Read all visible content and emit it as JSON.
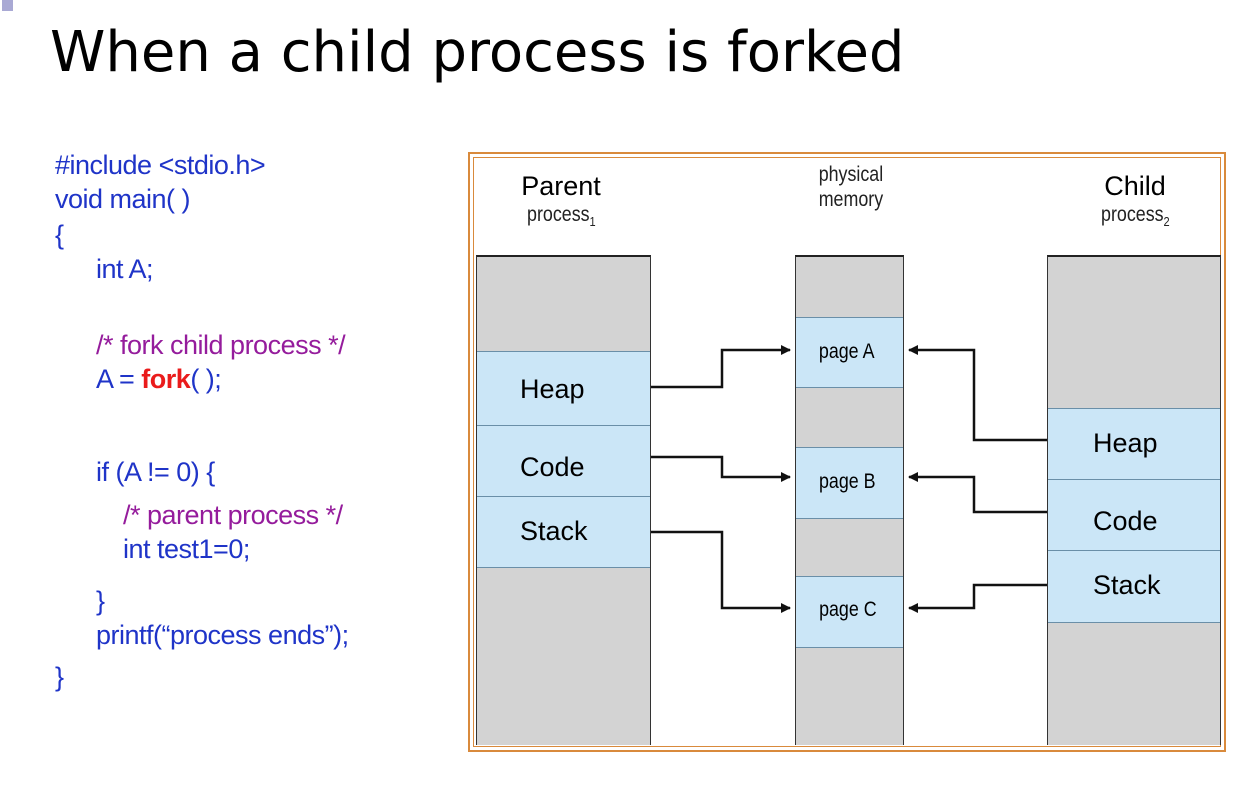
{
  "slide": {
    "title": "When a child process is forked"
  },
  "code": {
    "lines": [
      "#include <stdio.h>",
      "void main( )",
      "{",
      "int A;",
      "/* fork child process */",
      "A = ",
      "fork",
      "( );",
      "if (A != 0) {",
      "/* parent process */",
      "int test1=0;",
      "}",
      "printf(“process ends”);",
      "}"
    ]
  },
  "diagram": {
    "parent": {
      "title": "Parent",
      "sub": "process",
      "subscript": "1",
      "segments": [
        "Heap",
        "Code",
        "Stack"
      ]
    },
    "memory": {
      "title_line1": "physical",
      "title_line2": "memory",
      "pages": [
        "page A",
        "page B",
        "page C"
      ]
    },
    "child": {
      "title": "Child",
      "sub": "process",
      "subscript": "2",
      "segments": [
        "Heap",
        "Code",
        "Stack"
      ]
    },
    "colors": {
      "segment": "#cbe6f7",
      "column": "#d3d3d3",
      "frame": "#d98a3c",
      "code_blue": "#1f34c8",
      "comment_purple": "#951c9c",
      "keyword_red": "#ea1b1b"
    }
  }
}
